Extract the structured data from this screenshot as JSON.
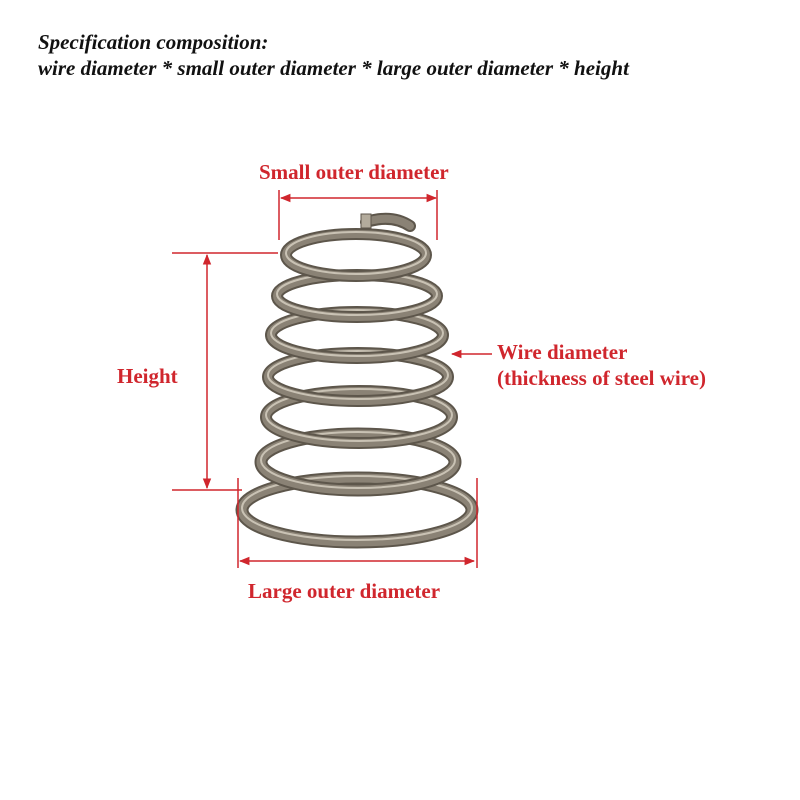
{
  "header": {
    "line1": "Specification composition:",
    "line2": "wire diameter * small outer diameter * large outer diameter * height"
  },
  "labels": {
    "small_outer_diameter": "Small outer diameter",
    "height": "Height",
    "wire_diameter": "Wire diameter",
    "wire_diameter_note": "(thickness of steel wire)",
    "large_outer_diameter": "Large outer diameter"
  },
  "colors": {
    "label": "#d0262d",
    "dimension_line": "#d0262d",
    "spring_metal": "#8a8275",
    "spring_shadow": "#5d564b",
    "spring_highlight": "#c9c2b4"
  },
  "icons": {
    "spring": "conical-compression-spring-icon"
  }
}
